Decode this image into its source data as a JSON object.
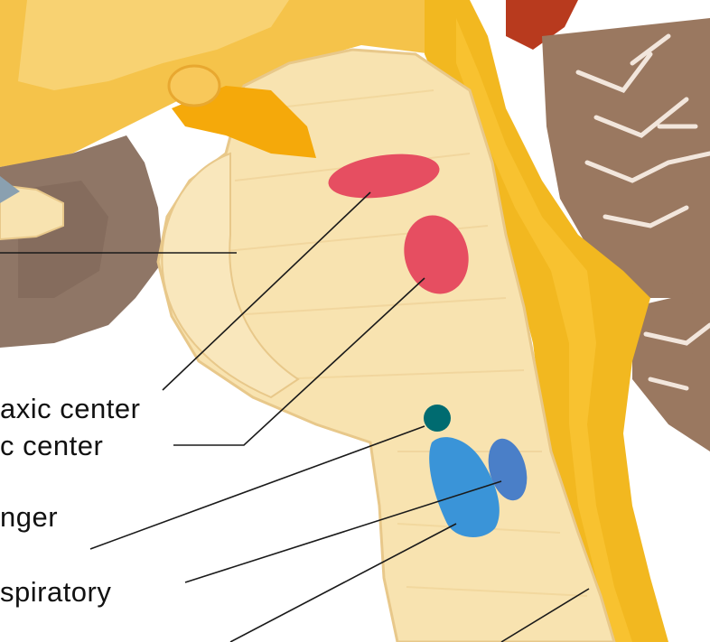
{
  "labels": {
    "pneumotaxic": "axic center",
    "apneustic": "c center",
    "pre_botzinger": "nger",
    "ventral_respiratory": "spiratory"
  },
  "colors": {
    "background": "#ffffff",
    "brainstem": "#f8e3b0",
    "brainstem_outline": "#e8c88a",
    "yellow_tissue": "#f2b820",
    "orange_tract": "#f5a90a",
    "cerebellum": "#9a7860",
    "cerebellum_folia": "#f2e6dc",
    "dark_tissue": "#8f7666",
    "pink_nuclei": "#e64e61",
    "teal_nucleus": "#006b70",
    "blue_nucleus": "#3a94d8",
    "blue_nucleus_dark": "#4a7fc8",
    "red_vessel": "#b83a1e",
    "leader_line": "#1a1a1a"
  }
}
